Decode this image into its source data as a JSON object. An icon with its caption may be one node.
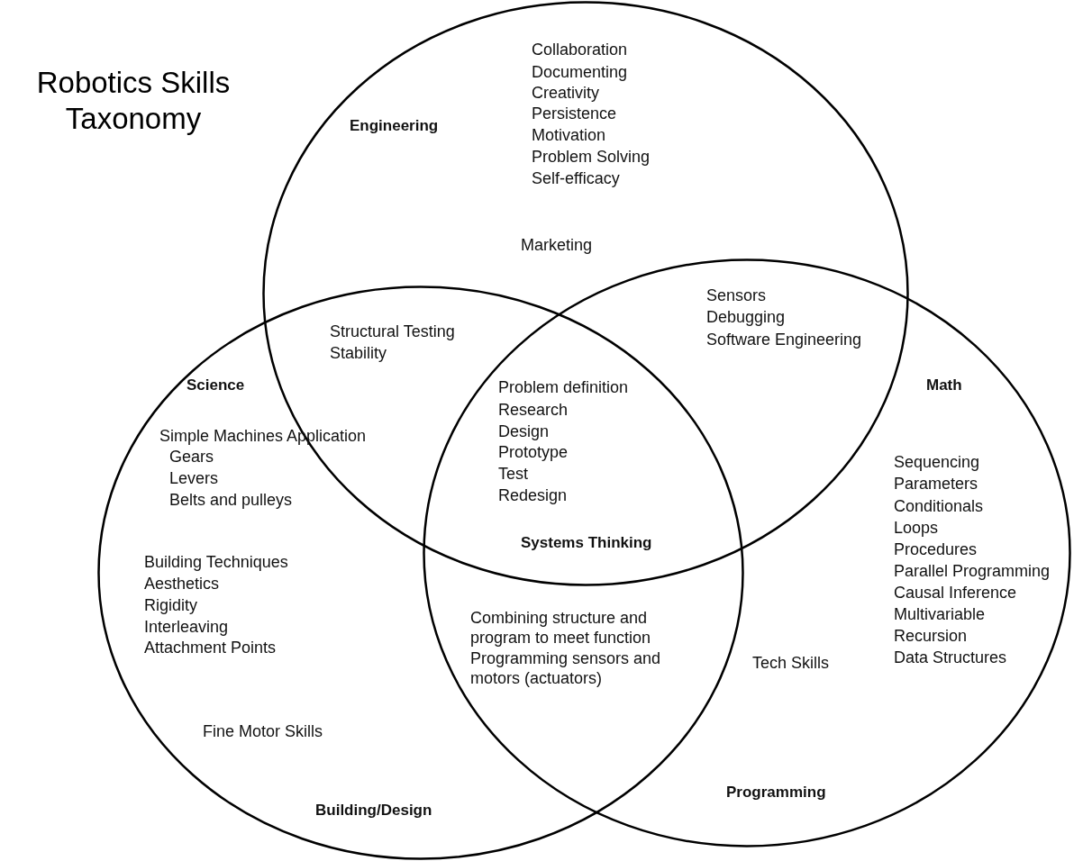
{
  "diagram": {
    "title": "Robotics Skills Taxonomy",
    "nodes": [
      {
        "text": [
          "Engineering"
        ]
      },
      {
        "text": [
          "Science",
          "Building/Design"
        ]
      },
      {
        "text": [
          "Math",
          "Programming"
        ]
      }
    ],
    "labels": [
      "Collaboration",
      "Documenting",
      "Creativity",
      "Persistence",
      "Motivation",
      "Problem Solving",
      "Self-efficacy",
      "Marketing",
      "Sensors",
      "Debugging",
      "Software Engineering",
      "Structural Testing",
      "Stability",
      "Problem definition",
      "Research",
      "Design",
      "Prototype",
      "Test",
      "Redesign",
      "Systems Thinking",
      "Simple Machines Application",
      "Gears",
      "Levers",
      "Belts and pulleys",
      "Building Techniques",
      "Aesthetics",
      "Rigidity",
      "Interleaving",
      "Attachment Points",
      "Sequencing",
      "Parameters",
      "Conditionals",
      "Loops",
      "Procedures",
      "Parallel Programming",
      "Causal Inference",
      "Multivariable",
      "Recursion",
      "Data Structures",
      "Combining structure and program to meet function",
      "Programming sensors and motors (actuators)",
      "Tech Skills",
      "Fine Motor Skills"
    ]
  }
}
